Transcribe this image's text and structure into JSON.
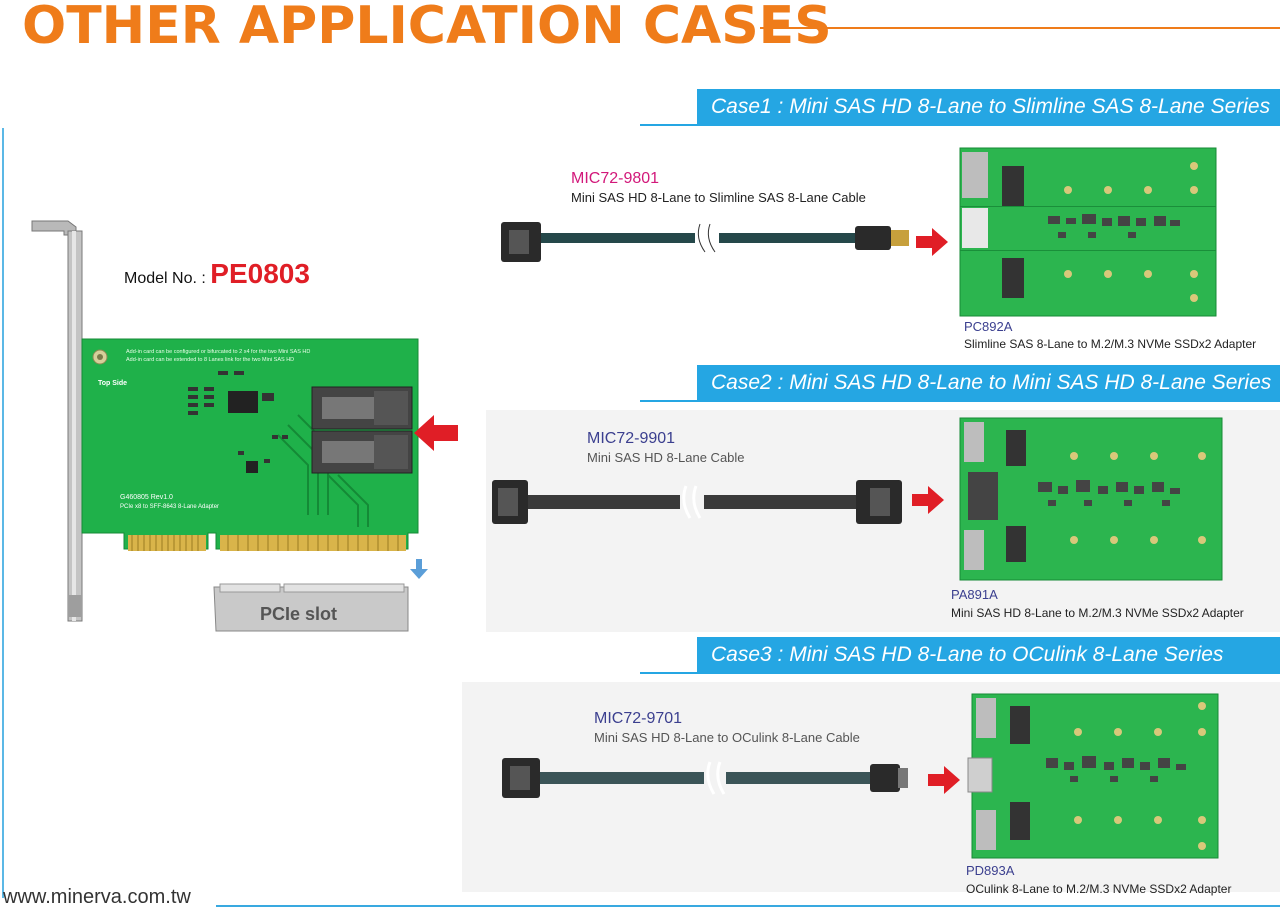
{
  "header": {
    "title": "OTHER APPLICATION CASES"
  },
  "main_card": {
    "model_label": "Model No. :",
    "model_number": "PE0803",
    "board_text_1": "Add-in card can be configured or bifurcated to 2 x4 for the two Mini SAS HD",
    "board_text_2": "Add-in card can be extended to 8 Lanes link for the two Mini SAS HD",
    "top_side": "Top Side",
    "board_rev": "G460805 Rev1.0",
    "board_name": "PCIe x8 to SFF-8643 8-Lane Adapter",
    "slot_label": "PCIe slot"
  },
  "cases": [
    {
      "banner": "Case1 : Mini SAS HD 8-Lane to Slimline SAS 8-Lane Series",
      "cable_part": "MIC72-9801",
      "cable_desc": "Mini SAS HD 8-Lane to Slimline SAS 8-Lane Cable",
      "adapter_part": "PC892A",
      "adapter_desc": "Slimline SAS 8-Lane to M.2/M.3 NVMe SSDx2 Adapter"
    },
    {
      "banner": "Case2 : Mini SAS HD 8-Lane to Mini SAS HD 8-Lane Series",
      "cable_part": "MIC72-9901",
      "cable_desc": "Mini SAS HD 8-Lane Cable",
      "adapter_part": "PA891A",
      "adapter_desc": "Mini SAS HD 8-Lane to M.2/M.3 NVMe SSDx2 Adapter"
    },
    {
      "banner": "Case3 : Mini SAS HD 8-Lane to OCulink 8-Lane Series",
      "cable_part": "MIC72-9701",
      "cable_desc": "Mini SAS HD 8-Lane to OCulink 8-Lane Cable",
      "adapter_part": "PD893A",
      "adapter_desc": "OCulink 8-Lane to M.2/M.3 NVMe SSDx2 Adapter"
    }
  ],
  "footer": {
    "website": "www.minerva.com.tw"
  },
  "colors": {
    "title_orange": "#ef7c1a",
    "banner_blue": "#25a6e3",
    "pcb_green": "#1fb14a",
    "arrow_red": "#e01e26",
    "part_magenta": "#d2187a",
    "part_navy": "#3b3f8f"
  },
  "icons": [
    "red-arrow-left-icon",
    "red-arrow-right-icon",
    "blue-arrow-down-icon"
  ]
}
